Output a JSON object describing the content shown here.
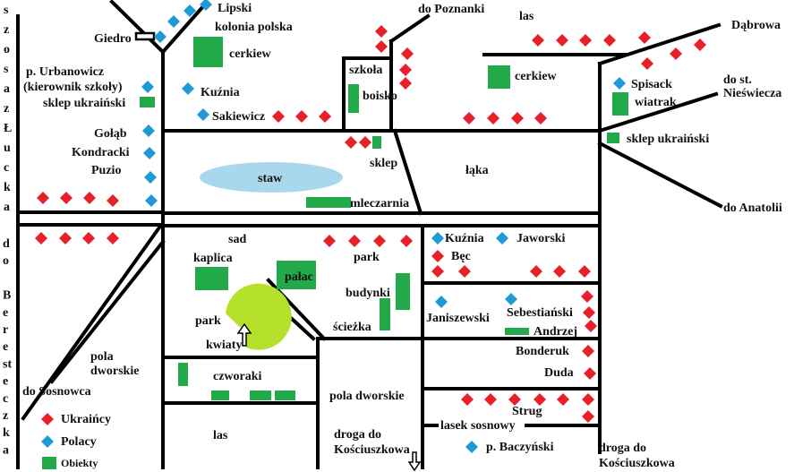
{
  "colors": {
    "ukrainians": "#e8202a",
    "poles": "#1e9ad6",
    "objects": "#22aa4a",
    "pond": "#a9d8ec",
    "flowers": "#b5e02c"
  },
  "roads": {
    "szosa_lucka": "szosa z Łucka",
    "do_beresteczka": "do Beresteczka",
    "do_poznanki": "do Poznanki",
    "dabrowa": "Dąbrowa",
    "do_st_niesw_1": "do st.",
    "do_st_niesw_2": "Nieświecza",
    "do_anatolii": "do Anatolii",
    "do_sosnowca": "do Sosnowca",
    "droga_kosc_1": "droga do",
    "droga_kosc_2": "Kościuszkowa",
    "droga_kosc_r1": "droga do",
    "droga_kosc_r2": "Kościuszkowa"
  },
  "places": {
    "lipski": "Lipski",
    "kolonia": "kolonia polska",
    "giedro": "Giedro",
    "cerkiew1": "cerkiew",
    "urbanowicz1": "p. Urbanowicz",
    "urbanowicz2": "(kierownik szkoły)",
    "sklep_ukr1": "sklep ukraiński",
    "kuznia1": "Kuźnia",
    "sakiewicz": "Sakiewicz",
    "golab": "Gołąb",
    "kondracki": "Kondracki",
    "puzio": "Puzio",
    "szkola": "szkoła",
    "boisko": "boisko",
    "sklep": "sklep",
    "staw": "staw",
    "mleczarnia": "mleczarnia",
    "las1": "las",
    "cerkiew2": "cerkiew",
    "spisack": "Spisack",
    "wiatrak": "wiatrak",
    "sklep_ukr2": "sklep ukraiński",
    "laka": "łąka",
    "sad": "sad",
    "kaplica": "kaplica",
    "palac": "pałac",
    "park1": "park",
    "budynki": "budynki",
    "sciezka": "ścieżka",
    "park2": "park",
    "kwiaty": "kwiaty",
    "pola1": "pola",
    "pola2": "dworskie",
    "czworaki": "czworaki",
    "pola_dworskie": "pola dworskie",
    "las2": "las",
    "kuznia2": "Kuźnia",
    "jaworski": "Jaworski",
    "bec": "Bęc",
    "janiszewski": "Janiszewski",
    "sebestianski": "Sebestiański",
    "andrzej": "Andrzej",
    "bonderuk": "Bonderuk",
    "duda": "Duda",
    "strug": "Strug",
    "lasek": "lasek sosnowy",
    "baczynski": "p. Baczyński"
  },
  "legend": {
    "ukrainians": "Ukraińcy",
    "poles": "Polacy",
    "objects": "Obiekty"
  }
}
